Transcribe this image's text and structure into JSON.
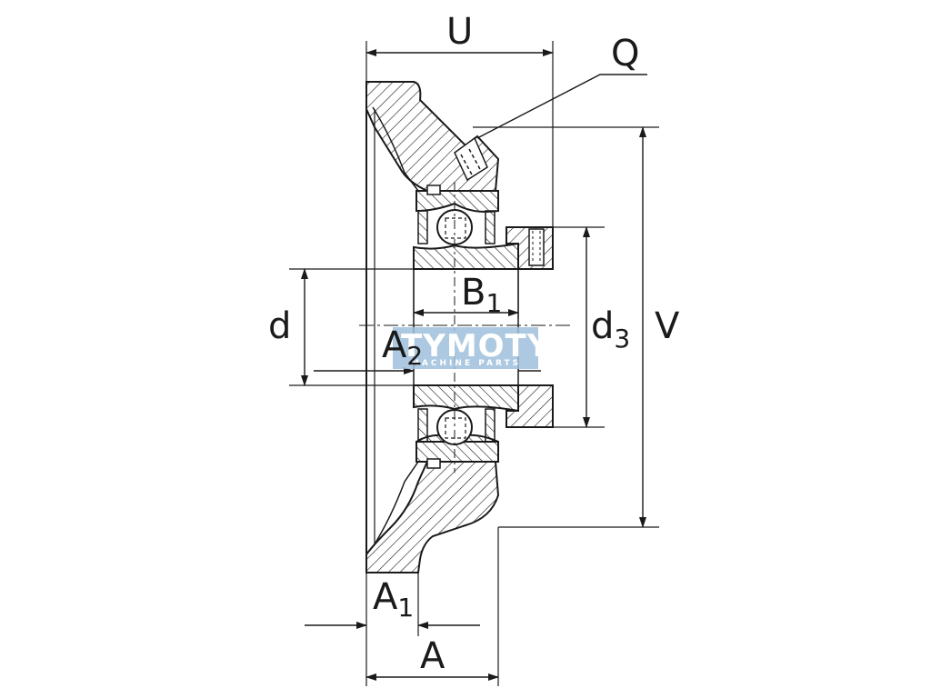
{
  "labels": {
    "U": "U",
    "Q": "Q",
    "V": "V",
    "d": "d",
    "d3_base": "d",
    "d3_sub": "3",
    "B1_base": "B",
    "B1_sub": "1",
    "A2_base": "A",
    "A2_sub": "2",
    "A1_base": "A",
    "A1_sub": "1",
    "A": "A"
  },
  "watermark": {
    "brand": "TYMOTY",
    "tagline": "MACHINE PARTS"
  },
  "colors": {
    "line": "#1a1a1a",
    "watermark_bg": "#9fc0dc"
  }
}
